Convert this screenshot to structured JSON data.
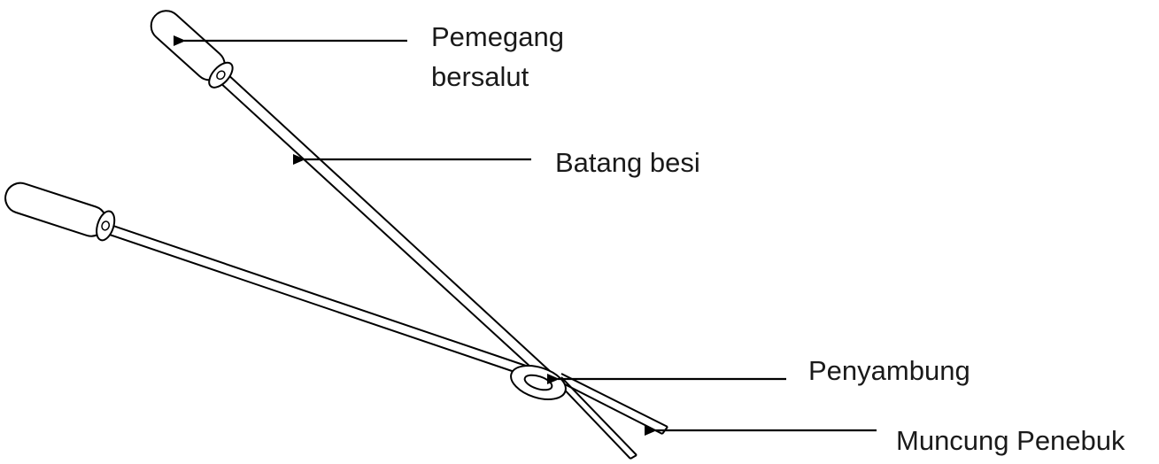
{
  "labels": {
    "handle_line1": "Pemegang",
    "handle_line2": "bersalut",
    "rod": "Batang besi",
    "connector": "Penyambung",
    "tip": "Muncung Penebuk"
  },
  "colors": {
    "stroke": "#000000",
    "fill": "#ffffff",
    "text": "#1a1a1a"
  }
}
